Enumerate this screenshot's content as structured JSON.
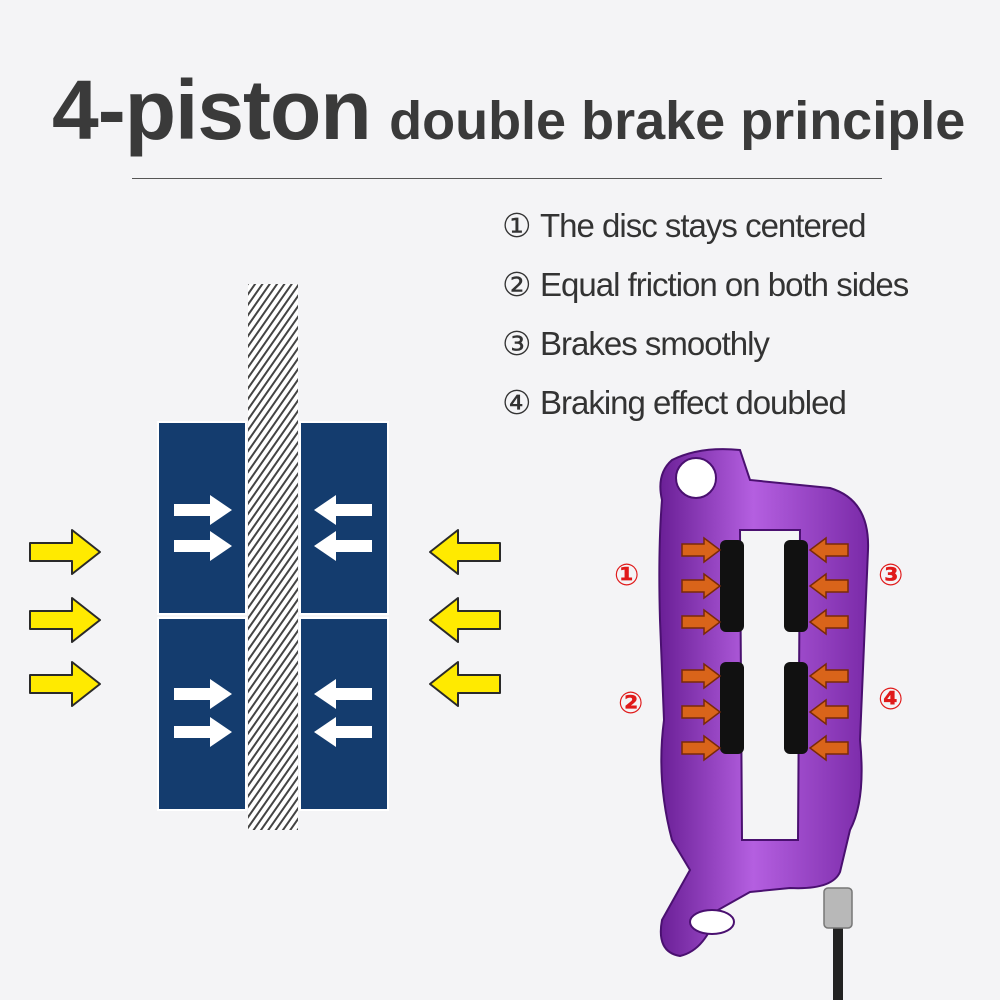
{
  "title": {
    "main": "4-piston",
    "rest": "double brake principle"
  },
  "features": [
    {
      "num": "①",
      "text": "The disc stays centered"
    },
    {
      "num": "②",
      "text": "Equal friction on both sides"
    },
    {
      "num": "③",
      "text": "Brakes smoothly"
    },
    {
      "num": "④",
      "text": "Braking effect doubled"
    }
  ],
  "caliper_labels": [
    "①",
    "②",
    "③",
    "④"
  ],
  "colors": {
    "pad": "#143c6e",
    "pad_border": "#ffffff",
    "push_arrow": "#ffea00",
    "push_arrow_stroke": "#2a2a2a",
    "caliper_body": "#9a3fc8",
    "callout": "#e01a1a"
  }
}
